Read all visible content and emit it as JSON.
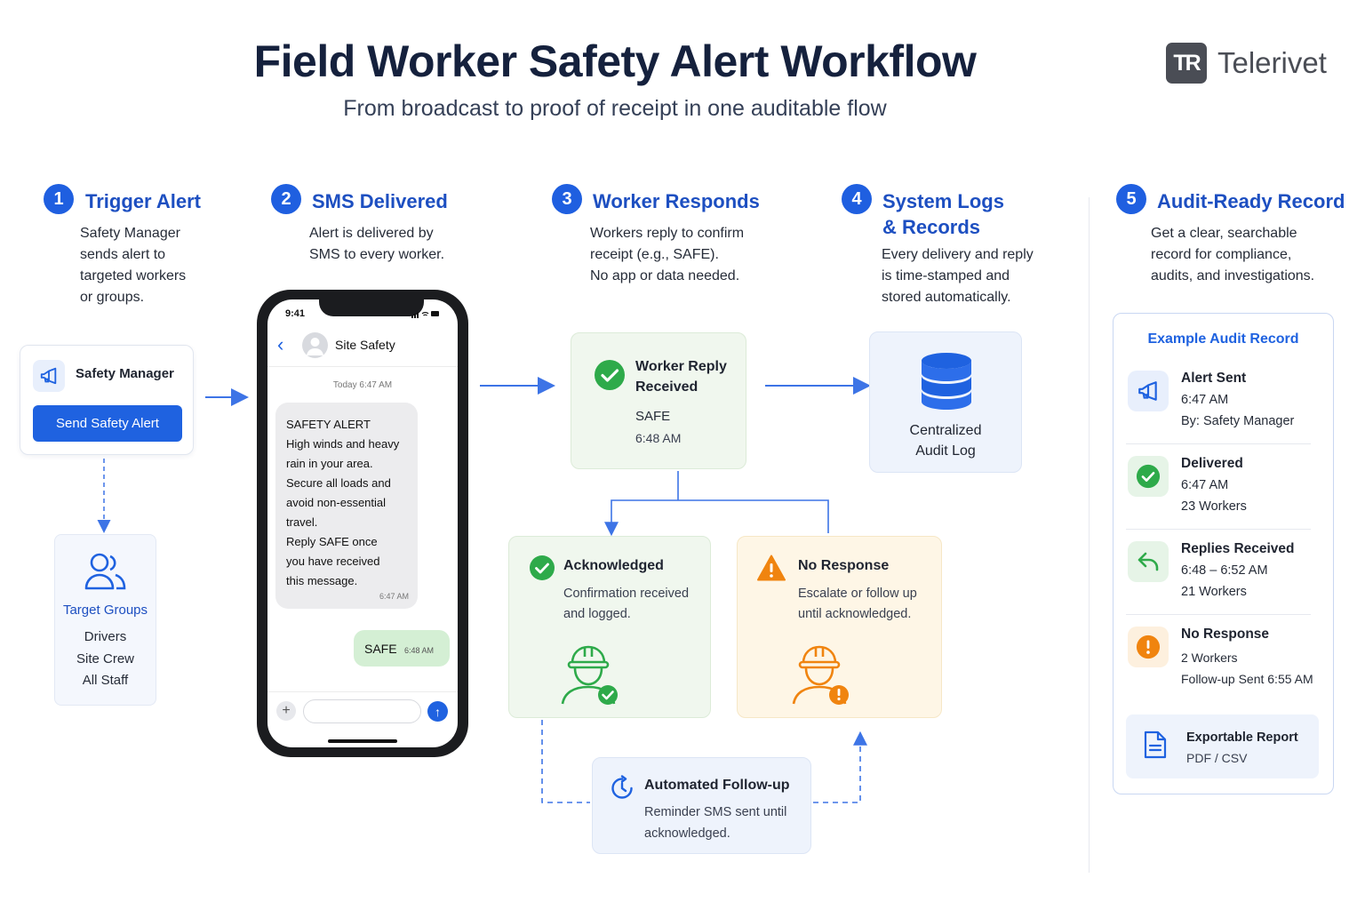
{
  "header": {
    "title": "Field Worker Safety Alert Workflow",
    "subtitle": "From broadcast to proof of receipt in one auditable flow",
    "brand_logo_text": "TR",
    "brand_name": "Telerivet"
  },
  "colors": {
    "primary_blue": "#1f62e0",
    "success_green": "#2eaa4a",
    "warning_orange": "#f0840f"
  },
  "steps": [
    {
      "number": "1",
      "title": "Trigger Alert",
      "desc": [
        "Safety Manager",
        "sends alert to",
        "targeted workers",
        "or groups."
      ]
    },
    {
      "number": "2",
      "title": "SMS Delivered",
      "desc": [
        "Alert is delivered by",
        "SMS to every worker."
      ]
    },
    {
      "number": "3",
      "title": "Worker Responds",
      "desc": [
        "Workers reply to confirm",
        "receipt (e.g., SAFE).",
        "No app or data needed."
      ]
    },
    {
      "number": "4",
      "title_lines": [
        "System Logs",
        "& Records"
      ],
      "desc": [
        "Every delivery and reply",
        "is time-stamped and",
        "stored automatically."
      ]
    },
    {
      "number": "5",
      "title": "Audit-Ready Record",
      "desc": [
        "Get a clear, searchable",
        "record for compliance,",
        "audits, and investigations."
      ]
    }
  ],
  "trigger": {
    "icon": "megaphone-icon",
    "manager_label": "Safety Manager",
    "button_label": "Send Safety Alert",
    "groups_icon": "users-icon",
    "groups_title": "Target Groups",
    "groups": [
      "Drivers",
      "Site Crew",
      "All Staff"
    ]
  },
  "phone": {
    "time": "9:41",
    "status_icons": "signal-wifi-battery",
    "contact": "Site Safety",
    "date_label": "Today 6:47 AM",
    "incoming_lines": [
      "SAFETY ALERT",
      "High winds and heavy",
      "rain in your area.",
      "Secure all loads and",
      "avoid non-essential",
      "travel.",
      "Reply SAFE once",
      "you have received",
      "this message."
    ],
    "incoming_time": "6:47 AM",
    "outgoing_text": "SAFE",
    "outgoing_time": "6:48 AM",
    "plus_glyph": "+",
    "send_glyph": "↑",
    "back_glyph": "‹"
  },
  "reply_card": {
    "icon": "check-circle-icon",
    "title_lines": [
      "Worker Reply",
      "Received"
    ],
    "text": "SAFE",
    "time": "6:48 AM"
  },
  "outcomes": {
    "acknowledged": {
      "icon": "check-circle-icon",
      "title": "Acknowledged",
      "desc": [
        "Confirmation received",
        "and logged."
      ],
      "worker_icon": "worker-check-icon"
    },
    "no_response": {
      "icon": "warning-triangle-icon",
      "title": "No Response",
      "desc": [
        "Escalate or follow up",
        "until acknowledged."
      ],
      "worker_icon": "worker-alert-icon"
    }
  },
  "followup": {
    "icon": "clock-refresh-icon",
    "title": "Automated Follow-up",
    "desc": [
      "Reminder SMS sent until",
      "acknowledged."
    ]
  },
  "database": {
    "icon": "database-icon",
    "label_lines": [
      "Centralized",
      "Audit Log"
    ]
  },
  "audit": {
    "title": "Example Audit Record",
    "rows": [
      {
        "icon": "megaphone-icon",
        "title": "Alert Sent",
        "lines": [
          "6:47 AM",
          "By: Safety Manager"
        ]
      },
      {
        "icon": "check-circle-icon",
        "title": "Delivered",
        "lines": [
          "6:47 AM",
          "23 Workers"
        ]
      },
      {
        "icon": "reply-icon",
        "title": "Replies Received",
        "lines": [
          "6:48 – 6:52 AM",
          "21 Workers"
        ]
      },
      {
        "icon": "alert-circle-icon",
        "title": "No Response",
        "lines": [
          "2 Workers",
          "Follow-up Sent 6:55 AM"
        ]
      }
    ],
    "export": {
      "icon": "document-icon",
      "title": "Exportable Report",
      "sub": "PDF / CSV"
    }
  }
}
